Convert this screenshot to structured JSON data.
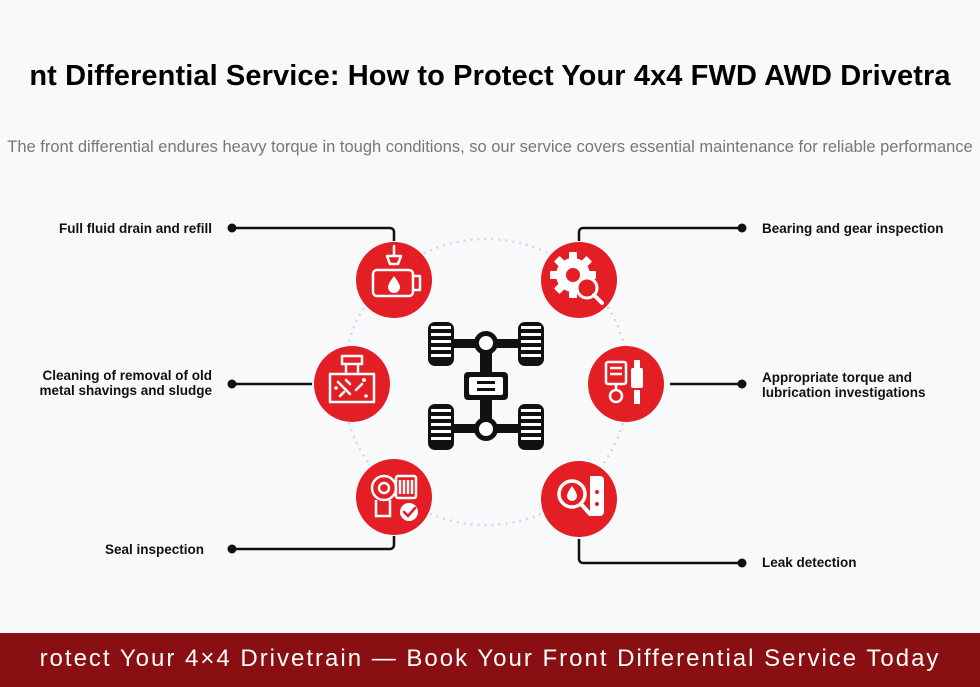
{
  "header": {
    "title": "nt Differential Service: How to Protect Your 4x4 FWD AWD Drivetra",
    "subtitle": "The front differential endures heavy torque in tough conditions, so our service covers essential maintenance for reliable performance"
  },
  "services": {
    "fluid": {
      "label": "Full fluid drain and refill",
      "icon": "oil-drain-icon"
    },
    "cleaning": {
      "label_line1": "Cleaning of removal of old",
      "label_line2": "metal shavings and sludge",
      "icon": "cleaning-icon"
    },
    "seal": {
      "label": "Seal inspection",
      "icon": "seal-inspection-icon"
    },
    "bearing": {
      "label": "Bearing and gear inspection",
      "icon": "gear-inspection-icon"
    },
    "torque": {
      "label_line1": "Appropriate torque and",
      "label_line2": "lubrication investigations",
      "icon": "torque-lubrication-icon"
    },
    "leak": {
      "label": "Leak detection",
      "icon": "leak-detection-icon"
    }
  },
  "center_icon": "drivetrain-chassis-icon",
  "colors": {
    "accent": "#e31e24",
    "footer": "#8a0f12",
    "connector": "#111111"
  },
  "footer": {
    "text": "rotect Your 4×4 Drivetrain — Book Your Front Differential Service Today"
  }
}
